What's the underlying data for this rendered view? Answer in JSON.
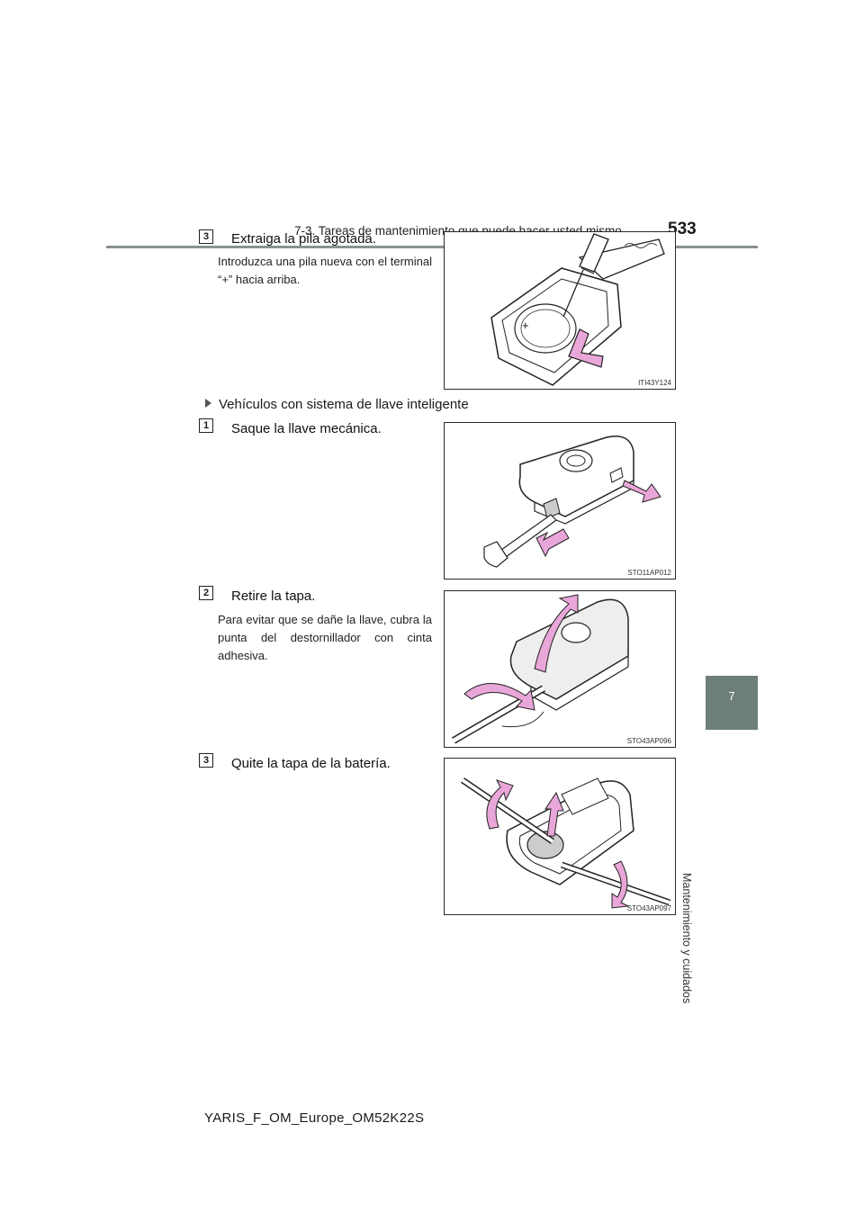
{
  "header": {
    "section_title": "7-3. Tareas de mantenimiento que puede hacer usted mismo",
    "page_number": "533"
  },
  "sidebar": {
    "chapter_number": "7",
    "chapter_label": "Mantenimiento y cuidados"
  },
  "steps_top": [
    {
      "badge": "3",
      "title": "Extraiga la pila agotada.",
      "body": "Introduzca una pila nueva con el terminal “+” hacia arriba.",
      "figure_code": "ITI43Y124",
      "figure_label": "+"
    }
  ],
  "section": {
    "heading": "Vehículos con sistema de llave inteligente"
  },
  "steps_smart": [
    {
      "badge": "1",
      "title": "Saque la llave mecánica.",
      "figure_code": "STO11AP012"
    },
    {
      "badge": "2",
      "title": "Retire la tapa.",
      "body": "Para evitar que se dañe la llave, cubra la punta del destornillador con cinta adhesiva.",
      "figure_code": "STO43AP096"
    },
    {
      "badge": "3",
      "title": "Quite la tapa de la batería.",
      "figure_code": "STO43AP097"
    }
  ],
  "footer": {
    "doc_id": "YARIS_F_OM_Europe_OM52K22S"
  },
  "colors": {
    "accent_tab": "#6e7e7a",
    "arrow_pink": "#e9a6d8",
    "rule": "#8a9291"
  }
}
